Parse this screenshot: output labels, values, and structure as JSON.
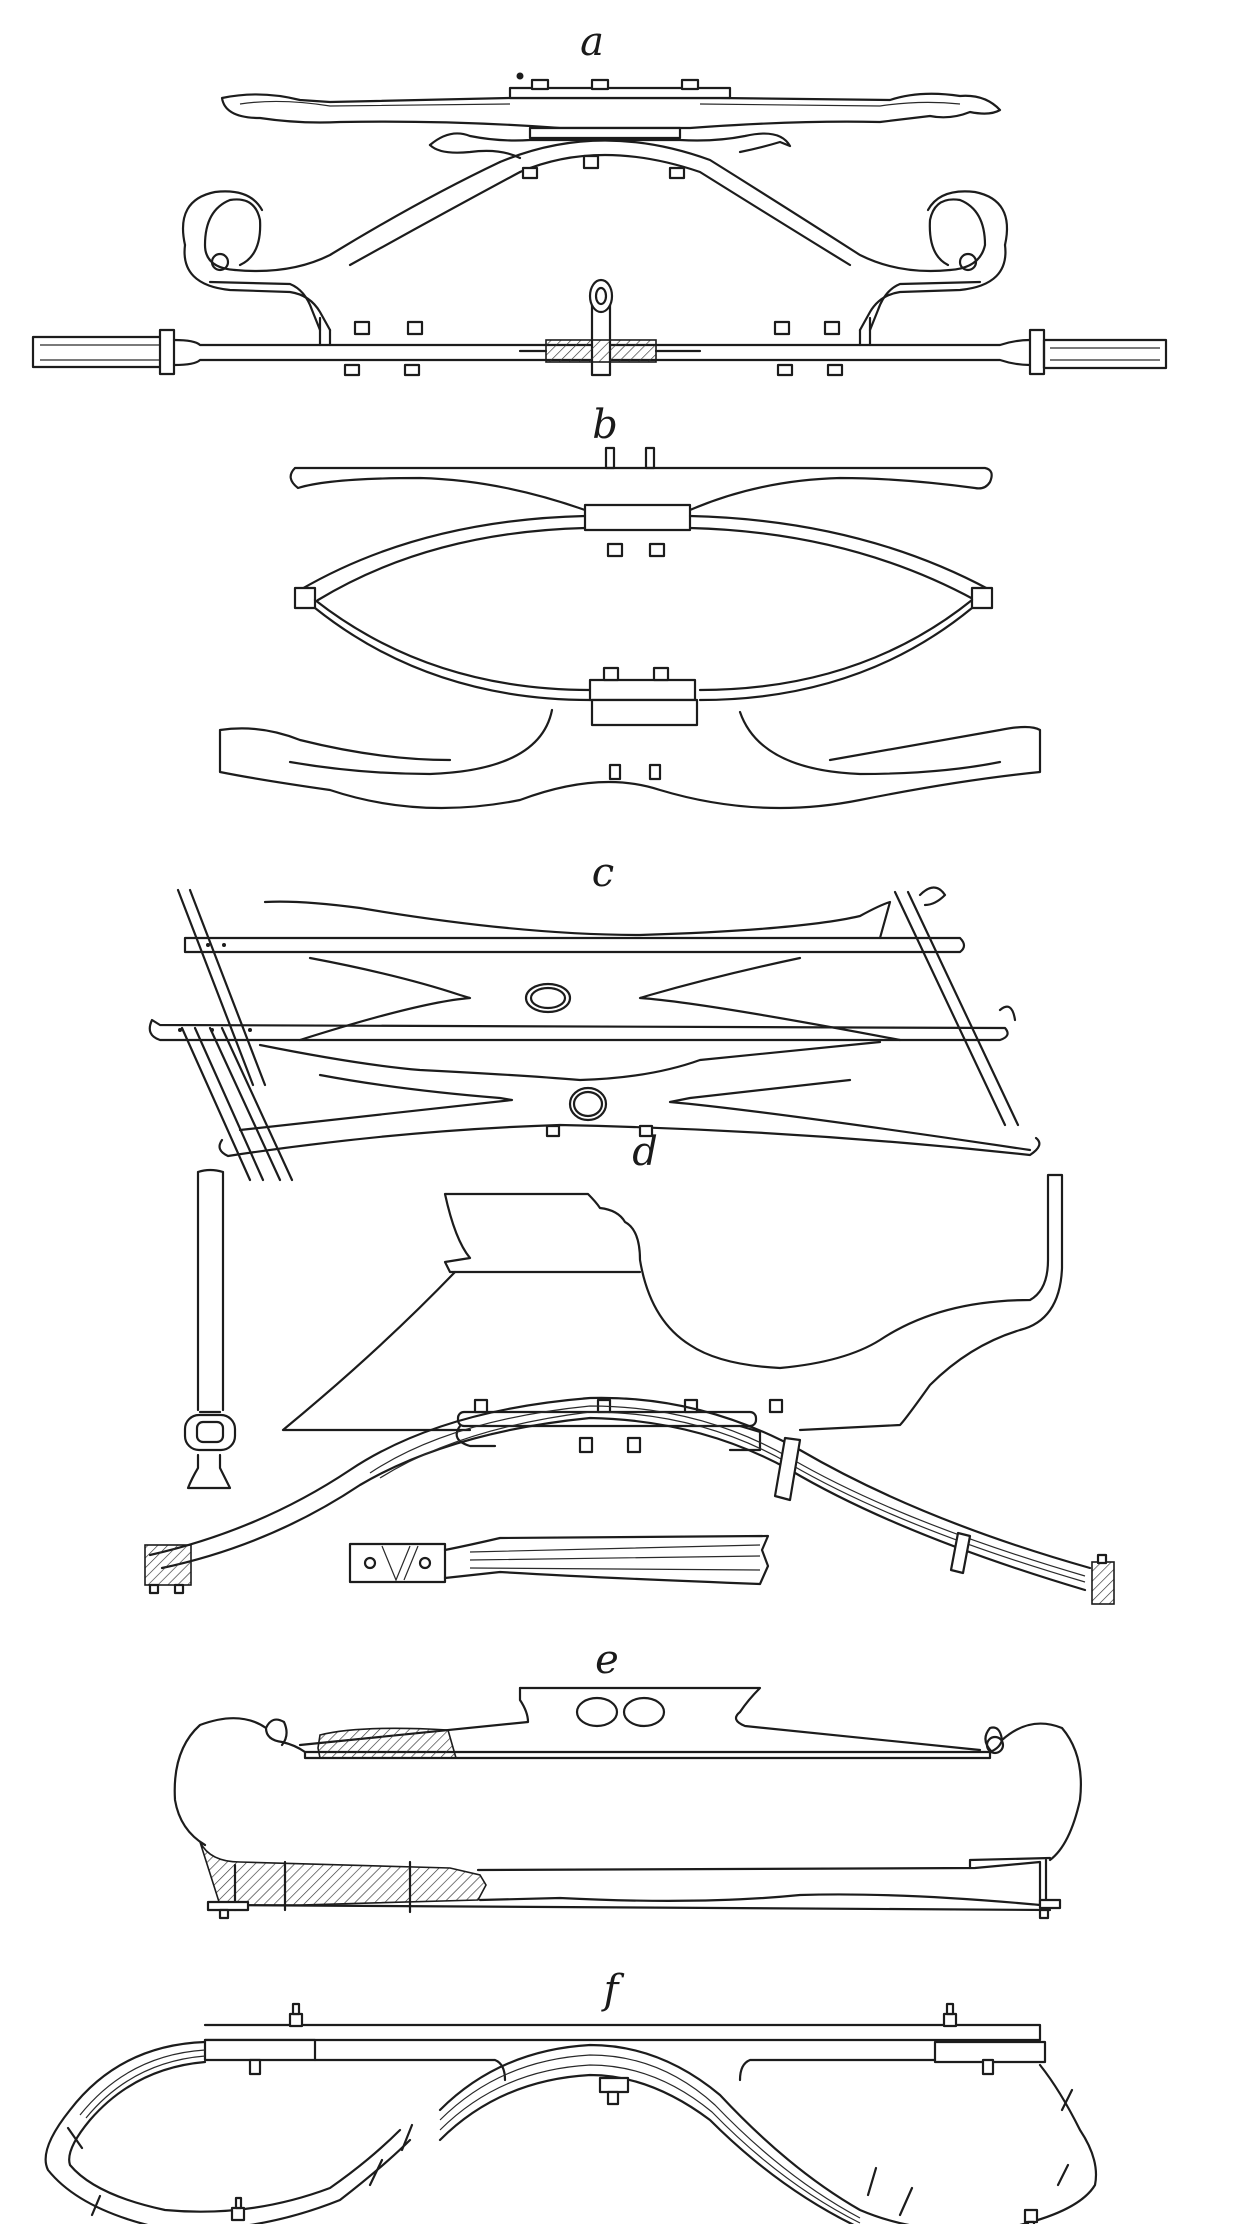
{
  "plate": {
    "title": "",
    "background": "#ffffff",
    "ink_color": "#1c1c1c",
    "figures": [
      {
        "id": "a",
        "label": "a",
        "subject": "front axle with scroll-ended arch spring bed and fifth-wheel bar"
      },
      {
        "id": "b",
        "label": "b",
        "subject": "elliptic spring between top bar and shaped bottom bed"
      },
      {
        "id": "c",
        "label": "c",
        "subject": "perch frame with two cross beds and king-bolt holes"
      },
      {
        "id": "d",
        "label": "d",
        "subject": "body side with semi-elliptic spring, clip, shackle and loop"
      },
      {
        "id": "e",
        "label": "e",
        "subject": "scroll-ended spring shown in part section with hatched wood"
      },
      {
        "id": "f",
        "label": "f",
        "subject": "double-loop (figure-eight) side spring under long bar"
      }
    ]
  }
}
